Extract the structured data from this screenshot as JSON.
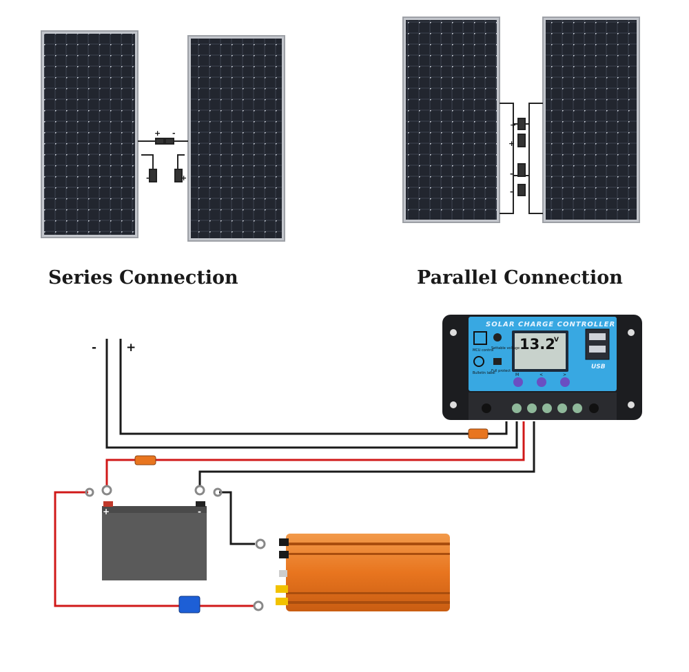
{
  "captions": {
    "series": "Series Connection",
    "parallel": "Parallel Connection"
  },
  "array_terminals": {
    "negative": "-",
    "positive": "+"
  },
  "controller": {
    "title": "SOLAR CHARGE CONTROLLER",
    "lcd_value": "13.2",
    "lcd_unit": "V",
    "usb_label": "USB",
    "feature_labels": [
      "MCU control",
      "Settable voltage",
      "Bulletin label",
      "Full protect"
    ],
    "button_labels": [
      "M",
      "<",
      ">"
    ]
  },
  "battery": {
    "positive": "+",
    "negative": "-"
  },
  "colors": {
    "panel_cell": "#1c1f26",
    "panel_frame": "#b9bcc2",
    "wire_red": "#d01818",
    "wire_black": "#1a1a1a",
    "controller_face": "#38a8e2",
    "inverter": "#e8751f",
    "battery": "#5a5a5a",
    "fuse_blue": "#1d5fd6"
  }
}
